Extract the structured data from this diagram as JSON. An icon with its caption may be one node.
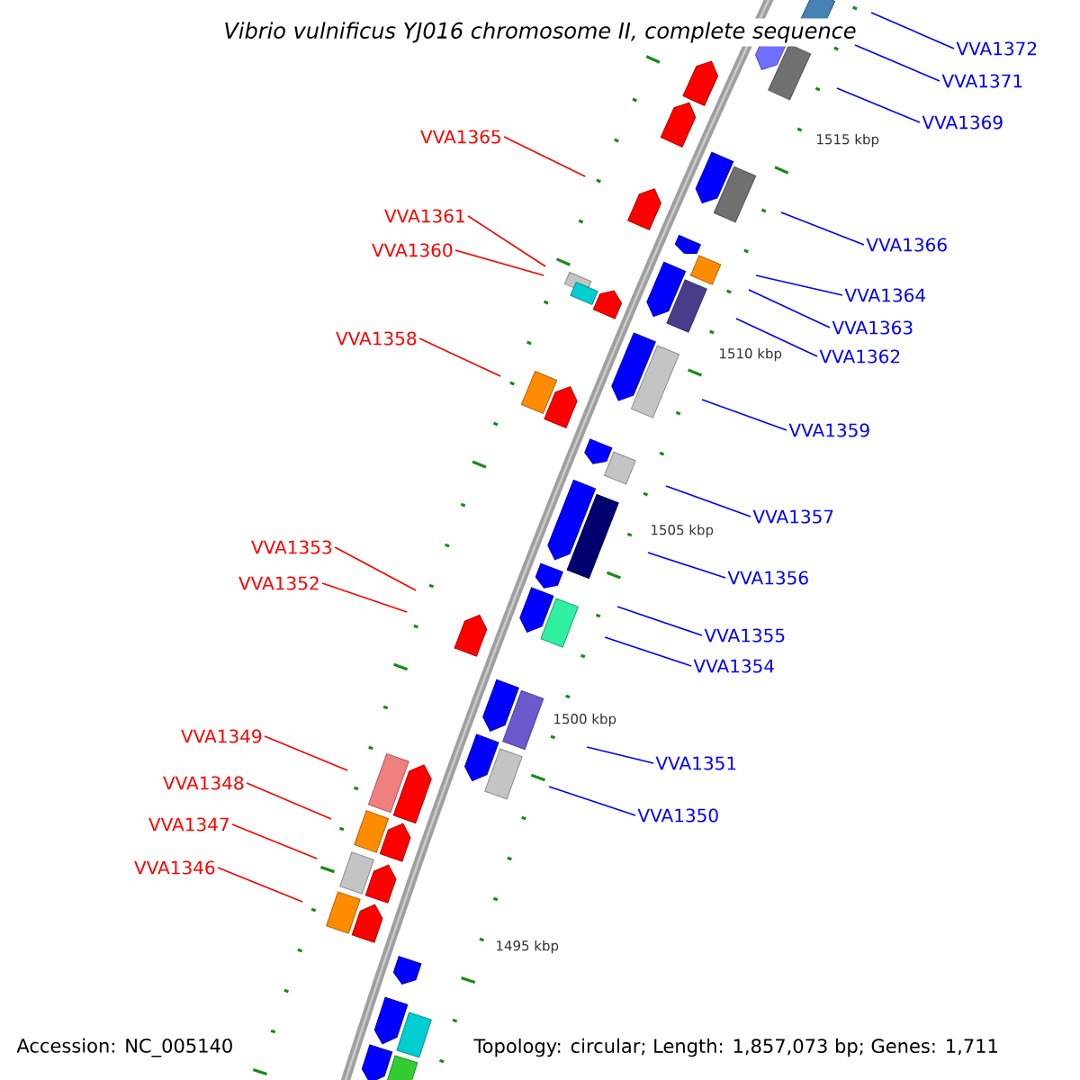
{
  "diagram": {
    "title": "Vibrio vulnificus YJ016 chromosome II, complete sequence",
    "nodes": [
      {
        "text": [
          "VVA1372"
        ]
      },
      {
        "text": [
          "VVA1371"
        ]
      },
      {
        "text": [
          "VVA1369"
        ]
      },
      {
        "text": [
          "VVA1365"
        ]
      },
      {
        "text": [
          "VVA1361"
        ]
      },
      {
        "text": [
          "VVA1366"
        ]
      },
      {
        "text": [
          "VVA1360"
        ]
      },
      {
        "text": [
          "VVA1364"
        ]
      },
      {
        "text": [
          "VVA1363"
        ]
      },
      {
        "text": [
          "VVA1358"
        ]
      },
      {
        "text": [
          "VVA1362"
        ]
      },
      {
        "text": [
          "VVA1359"
        ]
      },
      {
        "text": [
          "VVA1357"
        ]
      },
      {
        "text": [
          "VVA1353"
        ]
      },
      {
        "text": [
          "VVA1356"
        ]
      },
      {
        "text": [
          "VVA1352"
        ]
      },
      {
        "text": [
          "VVA1355"
        ]
      },
      {
        "text": [
          "VVA1354"
        ]
      },
      {
        "text": [
          "VVA1349"
        ]
      },
      {
        "text": [
          "VVA1351"
        ]
      },
      {
        "text": [
          "VVA1348"
        ]
      },
      {
        "text": [
          "VVA1350"
        ]
      },
      {
        "text": [
          "VVA1347"
        ]
      },
      {
        "text": [
          "VVA1346"
        ]
      }
    ],
    "edges": [
      {
        "from": 0,
        "to": null,
        "arrow": "none"
      },
      {
        "from": 1,
        "to": null,
        "arrow": "none"
      },
      {
        "from": 2,
        "to": null,
        "arrow": "none"
      },
      {
        "from": 3,
        "to": null,
        "arrow": "none",
        "color": "#ff0000"
      },
      {
        "from": 4,
        "to": null,
        "arrow": "none",
        "color": "#ff0000"
      },
      {
        "from": 5,
        "to": null,
        "arrow": "none"
      },
      {
        "from": 6,
        "to": null,
        "arrow": "none",
        "color": "#ff0000"
      },
      {
        "from": 7,
        "to": null,
        "arrow": "none"
      },
      {
        "from": 8,
        "to": null,
        "arrow": "none"
      },
      {
        "from": 9,
        "to": null,
        "arrow": "none",
        "color": "#ff0000"
      },
      {
        "from": 10,
        "to": null,
        "arrow": "none"
      },
      {
        "from": 11,
        "to": null,
        "arrow": "none"
      },
      {
        "from": 12,
        "to": null,
        "arrow": "none"
      },
      {
        "from": 13,
        "to": null,
        "arrow": "none",
        "color": "#ff0000"
      },
      {
        "from": 14,
        "to": null,
        "arrow": "none"
      },
      {
        "from": 15,
        "to": null,
        "arrow": "none",
        "color": "#ff0000"
      },
      {
        "from": 16,
        "to": null,
        "arrow": "none"
      },
      {
        "from": 17,
        "to": null,
        "arrow": "none"
      },
      {
        "from": 18,
        "to": null,
        "arrow": "none",
        "color": "#ff0000"
      },
      {
        "from": 19,
        "to": null,
        "arrow": "none"
      },
      {
        "from": 20,
        "to": null,
        "arrow": "none",
        "color": "#ff0000"
      },
      {
        "from": 21,
        "to": null,
        "arrow": "none"
      },
      {
        "from": 22,
        "to": null,
        "arrow": "none",
        "color": "#ff0000"
      },
      {
        "from": 23,
        "to": null,
        "arrow": "none",
        "color": "#ff0000"
      }
    ],
    "labels": [
      "1515 kbp",
      "1510 kbp",
      "1505 kbp",
      "1500 kbp",
      "1495 kbp",
      "Accession: NC_005140",
      "Topology: circular; Length: 1,857,073 bp; Genes: 1,711"
    ]
  }
}
